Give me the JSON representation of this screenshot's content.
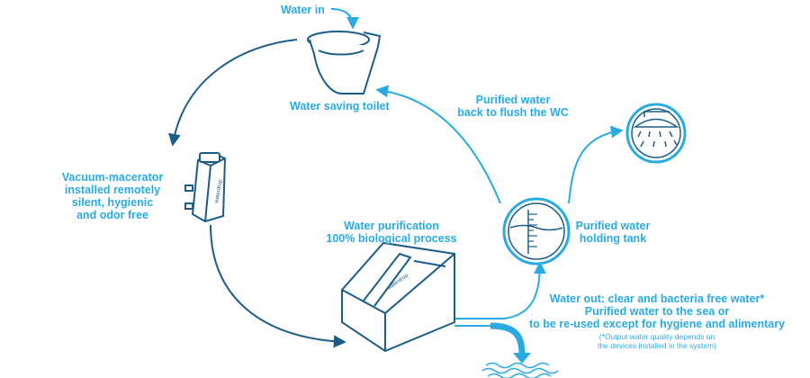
{
  "labels": {
    "water_in": "Water in",
    "toilet": "Water saving toilet",
    "macerator": [
      "Vacuum-macerator",
      "installed remotely",
      "silent, hygienic",
      "and odor free"
    ],
    "purification": [
      "Water purification",
      "100% biological process"
    ],
    "flush_back": [
      "Purified water",
      "back to flush the WC"
    ],
    "holding_tank": [
      "Purified water",
      "holding tank"
    ],
    "water_out": [
      "Water out: clear and bacteria free water*",
      "Purified water to the sea or",
      "to be re-used except for hygiene and alimentary"
    ],
    "note": [
      "(*Output water quality depends on",
      "the devices installed in the system)"
    ]
  },
  "device_brand": "waterdrop",
  "colors": {
    "dark_line": "#1a5d87",
    "light_line": "#29abe2",
    "text": "#29abe2"
  },
  "icons": [
    "toilet-icon",
    "macerator-device-icon",
    "purification-unit-icon",
    "holding-tank-icon",
    "shower-icon",
    "sea-waves-icon"
  ]
}
